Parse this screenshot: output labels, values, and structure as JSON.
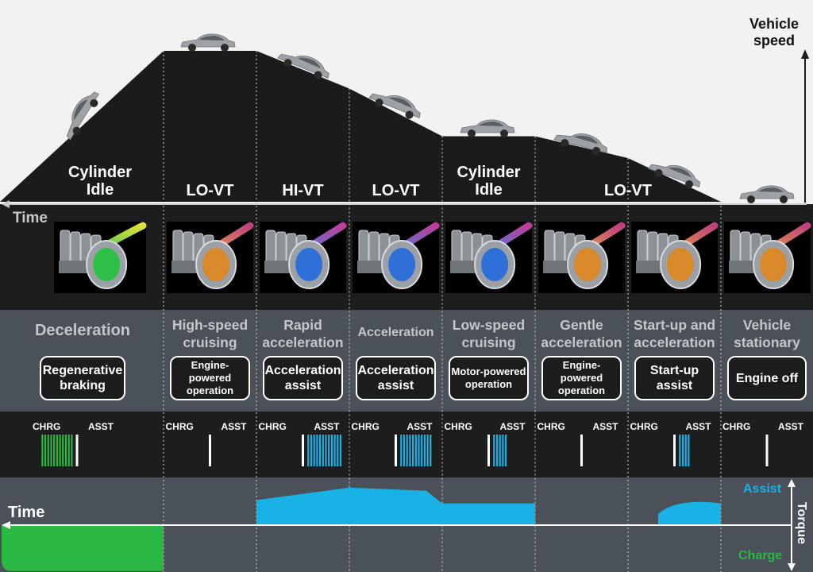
{
  "axes": {
    "vehicle_speed": "Vehicle\nspeed",
    "time_top": "Time",
    "time_bottom": "Time",
    "torque": "Torque",
    "assist": "Assist",
    "charge": "Charge"
  },
  "meter_labels": {
    "charge": "CHRG",
    "assist": "ASST"
  },
  "colors": {
    "charge": "#2bb744",
    "assist": "#19b2e6",
    "band_dark": "#1d1d1d",
    "band_mid": "#4b5158"
  },
  "phases": [
    {
      "label": "Cylinder\nIdle",
      "operation": "Deceleration",
      "mode": "Regenerative\nbraking",
      "speed_start": 0,
      "speed_end": 0.76,
      "meter": {
        "side": "charge",
        "level": 0.85
      },
      "torque_start": -0.55,
      "torque_end": -0.55,
      "motor_color": "green"
    },
    {
      "label": "LO-VT",
      "operation": "High-speed\ncruising",
      "mode": "Engine-powered\noperation",
      "speed_start": 0.76,
      "speed_end": 0.76,
      "meter": {
        "side": "none",
        "level": 0
      },
      "torque_start": 0,
      "torque_end": 0,
      "motor_color": "orange"
    },
    {
      "label": "HI-VT",
      "operation": "Rapid\nacceleration",
      "mode": "Acceleration\nassist",
      "speed_start": 0.76,
      "speed_end": 0.57,
      "meter": {
        "side": "assist",
        "level": 0.9
      },
      "torque_start": 0.3,
      "torque_end": 0.45,
      "motor_color": "blue"
    },
    {
      "label": "LO-VT",
      "operation": "Acceleration",
      "mode": "Acceleration\nassist",
      "speed_start": 0.57,
      "speed_end": 0.33,
      "meter": {
        "side": "assist",
        "level": 0.85
      },
      "torque_start": 0.45,
      "torque_end": 0.26,
      "motor_color": "blue"
    },
    {
      "label": "Cylinder\nIdle",
      "operation": "Low-speed\ncruising",
      "mode": "Motor-powered\noperation",
      "speed_start": 0.33,
      "speed_end": 0.33,
      "meter": {
        "side": "assist",
        "level": 0.4
      },
      "torque_start": 0.26,
      "torque_end": 0.26,
      "motor_color": "blue"
    },
    {
      "label": "LO-VT",
      "operation": "Gentle\nacceleration",
      "mode": "Engine-powered\noperation",
      "speed_start": 0.33,
      "speed_end": 0.22,
      "meter": {
        "side": "none",
        "level": 0
      },
      "torque_start": 0,
      "torque_end": 0,
      "motor_color": "orange"
    },
    {
      "label": "",
      "operation": "Start-up and\nacceleration",
      "mode": "Start-up\nassist",
      "speed_start": 0.22,
      "speed_end": 0,
      "meter": {
        "side": "assist",
        "level": 0.3
      },
      "torque_start": 0,
      "torque_end": 0.3,
      "motor_color": "orange"
    },
    {
      "label": "",
      "operation": "Vehicle\nstationary",
      "mode": "Engine off",
      "speed_start": 0,
      "speed_end": 0,
      "meter": {
        "side": "none",
        "level": 0
      },
      "torque_start": 0,
      "torque_end": 0,
      "motor_color": "orange"
    }
  ]
}
